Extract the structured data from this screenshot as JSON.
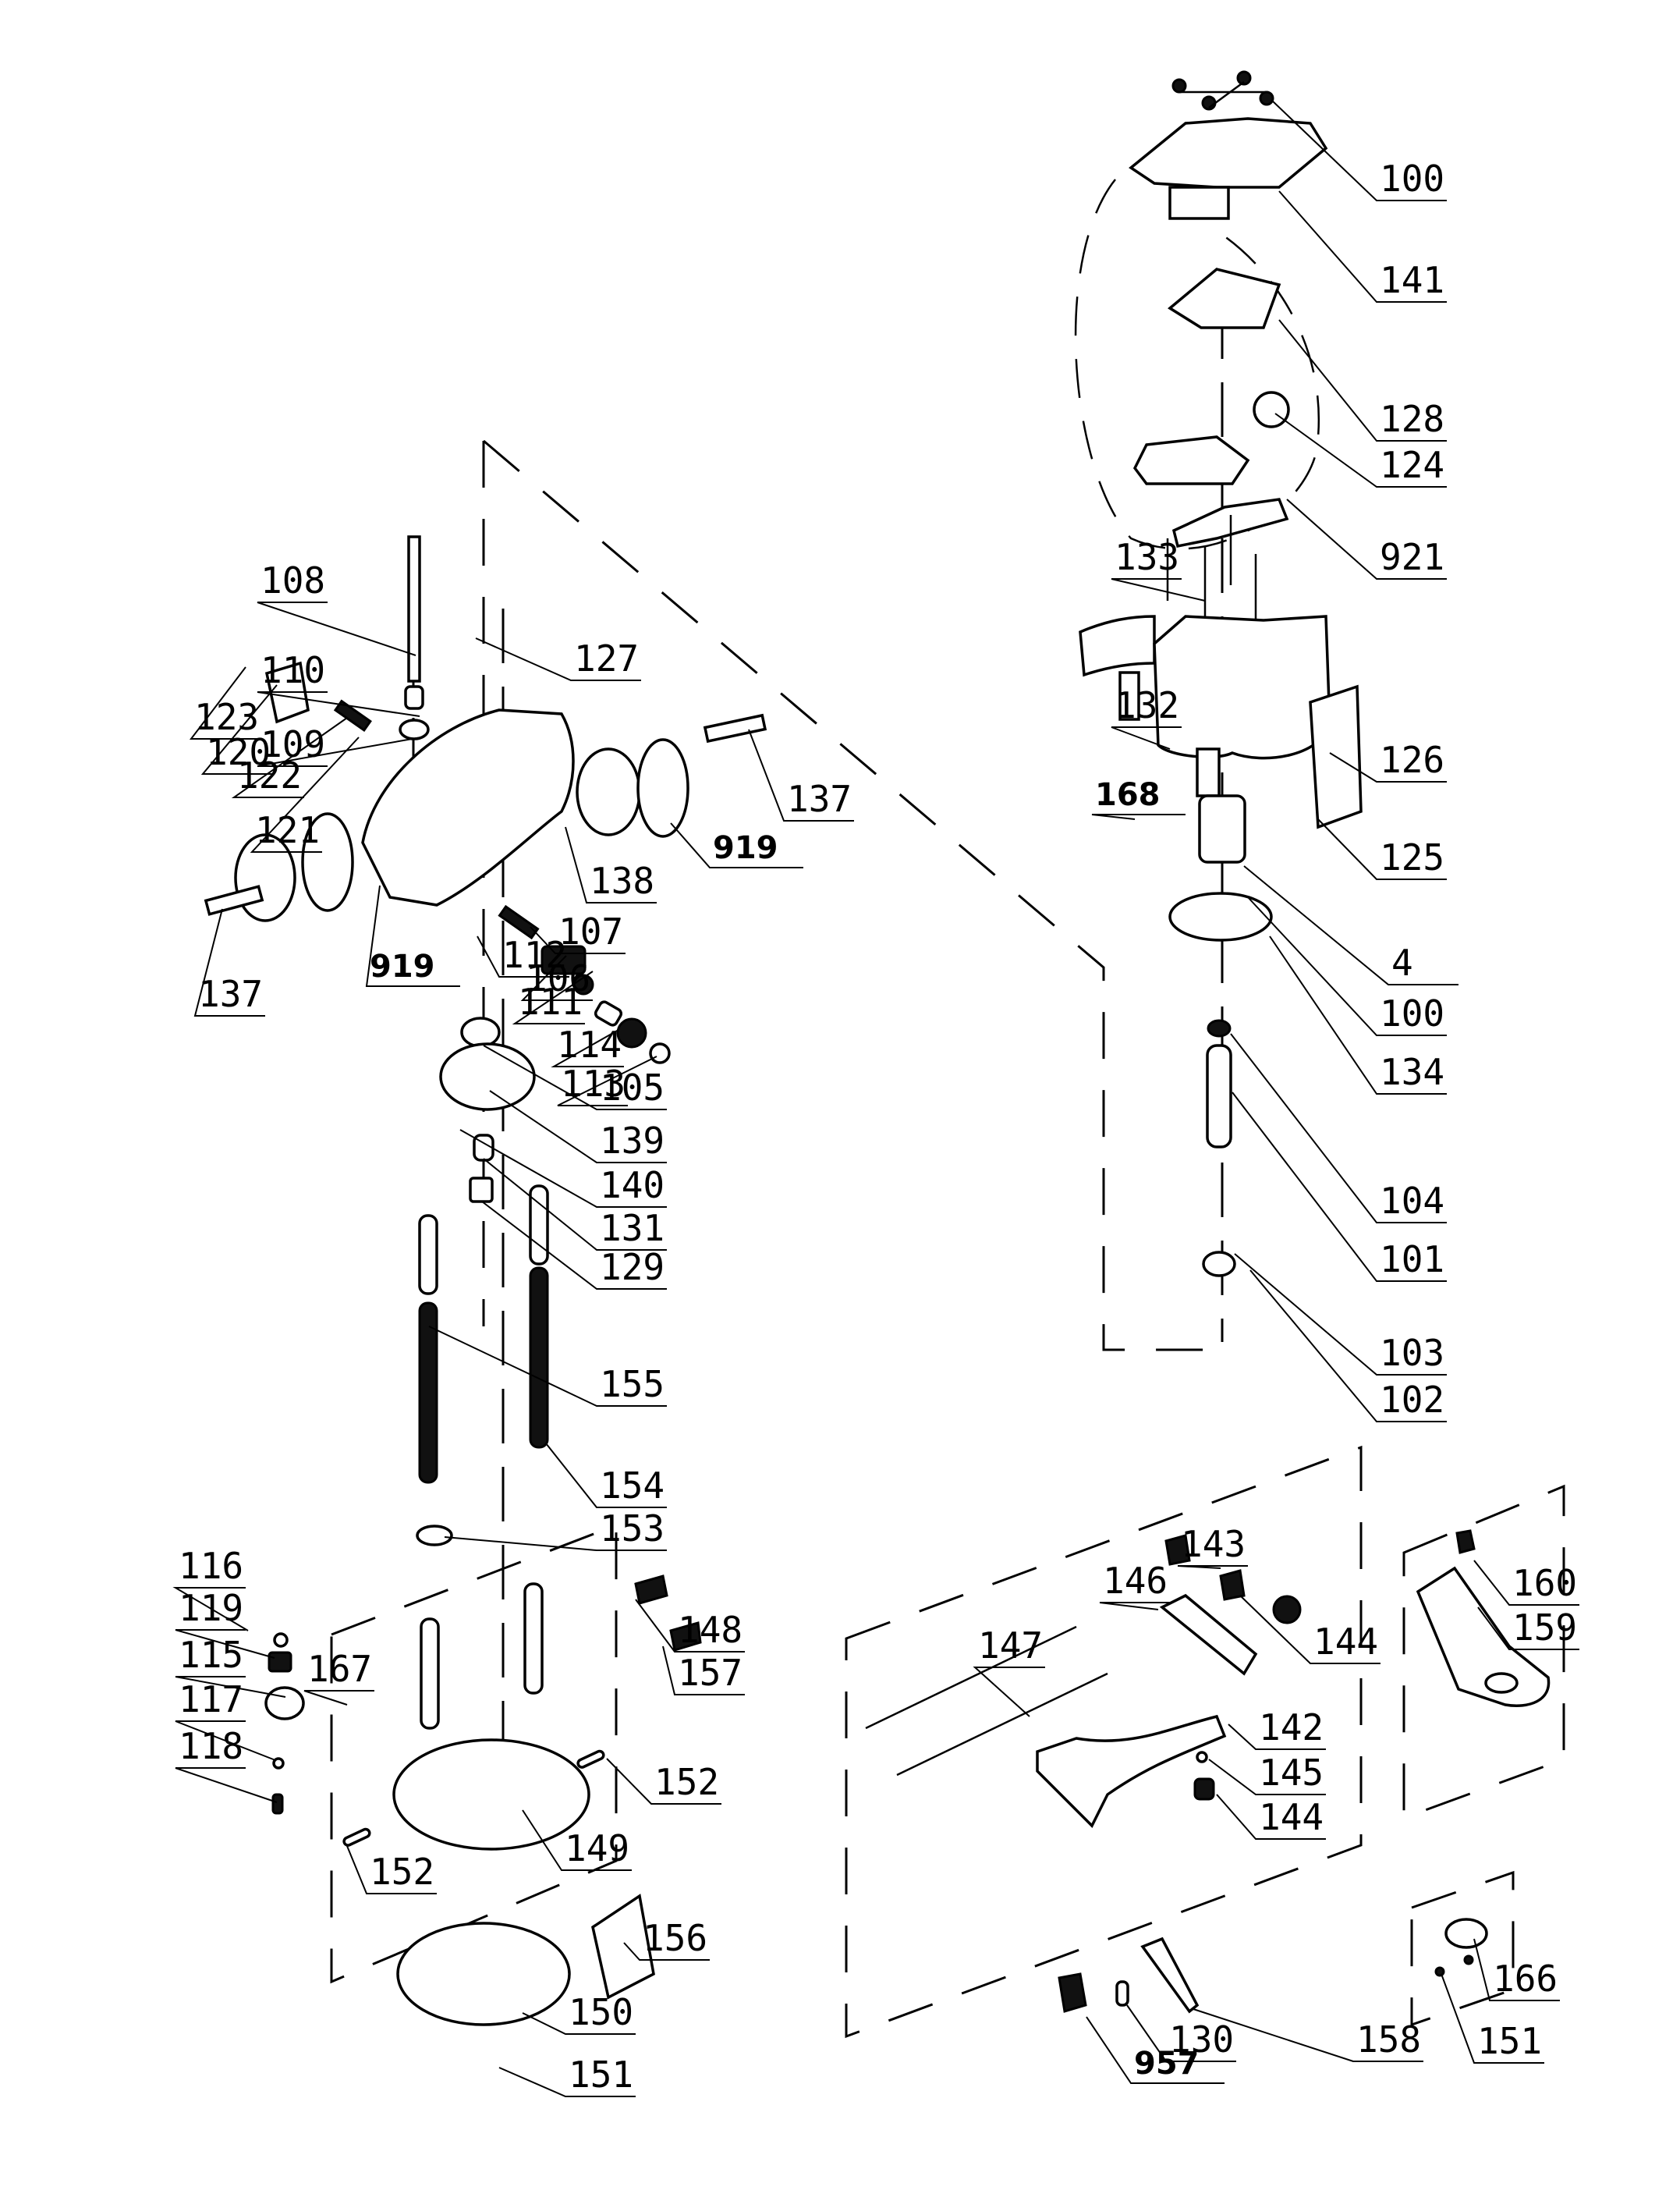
{
  "diagram": {
    "title": "Router exploded parts diagram",
    "callouts": {
      "top_head": [
        "100",
        "141",
        "128",
        "124",
        "921",
        "133",
        "132",
        "126",
        "168",
        "125",
        "4",
        "100",
        "134",
        "104",
        "101",
        "103",
        "102"
      ],
      "motor_carriage": [
        "108",
        "127",
        "110",
        "123",
        "109",
        "120",
        "122",
        "121",
        "137",
        "138",
        "919",
        "107",
        "106",
        "919",
        "112",
        "111",
        "137",
        "114",
        "113",
        "105",
        "139",
        "140",
        "131",
        "129",
        "155",
        "154",
        "153"
      ],
      "base_group": [
        "116",
        "119",
        "115",
        "117",
        "118",
        "167",
        "148",
        "157",
        "152",
        "152",
        "149",
        "156",
        "150",
        "151"
      ],
      "guide_group": [
        "143",
        "146",
        "144",
        "147",
        "142",
        "145",
        "144"
      ],
      "dust_group": [
        "160",
        "159"
      ],
      "accessories": [
        "957",
        "130",
        "158",
        "166",
        "151"
      ]
    }
  }
}
